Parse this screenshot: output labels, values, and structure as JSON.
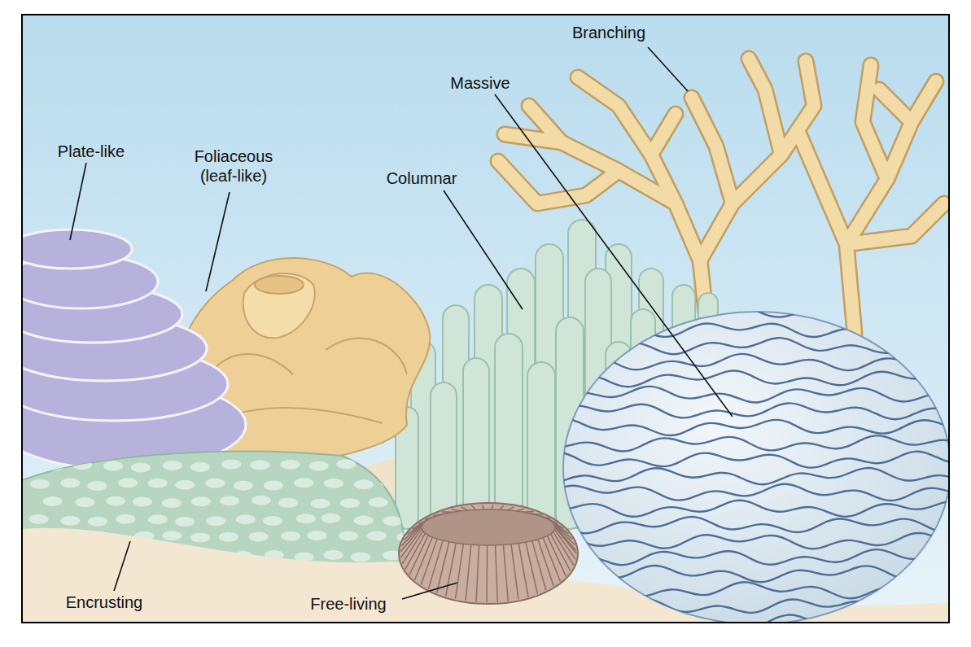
{
  "diagram": {
    "labels": [
      "Branching",
      "Massive",
      "Plate-like",
      "Foliaceous (leaf-like)",
      "Columnar",
      "Encrusting",
      "Free-living"
    ]
  }
}
